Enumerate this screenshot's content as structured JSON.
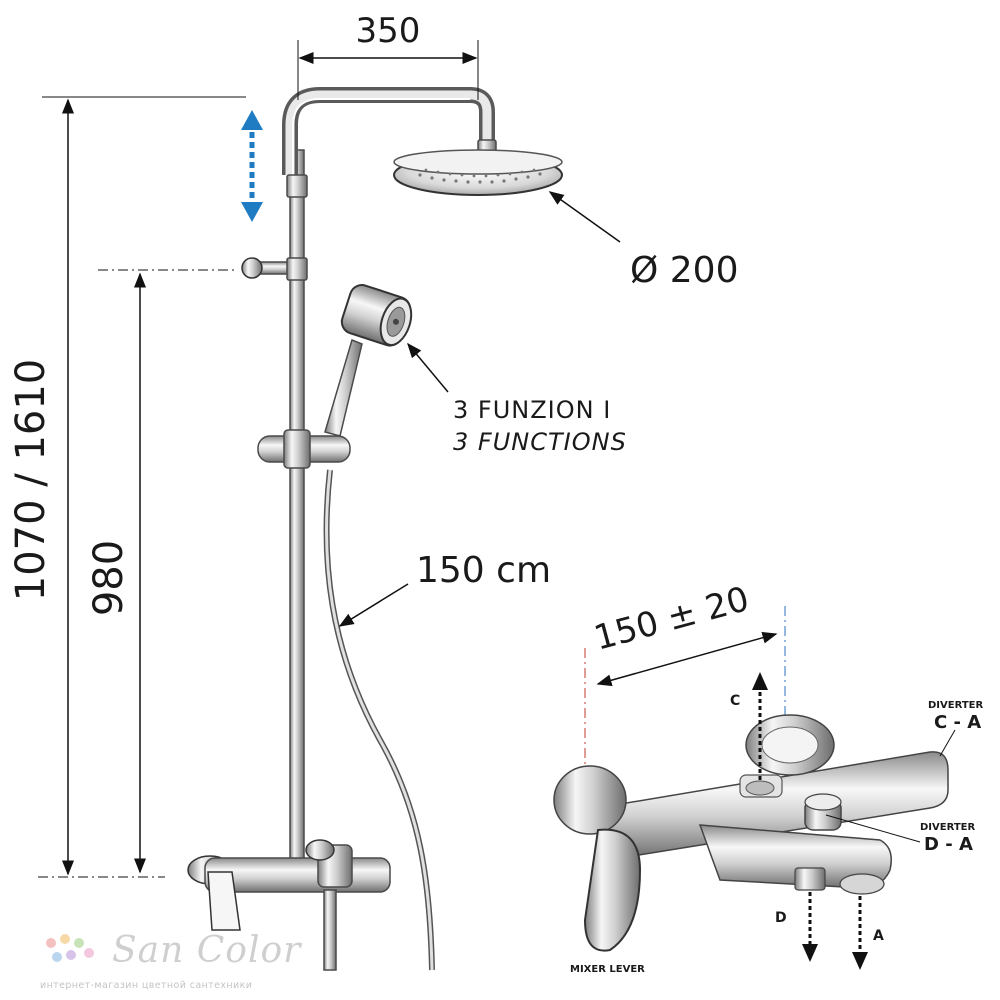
{
  "dimensions": {
    "arm_length": "350",
    "head_diameter": "Ø 200",
    "total_height": "1070 / 1610",
    "bar_height": "980",
    "hose_length": "150 cm",
    "mixer_spacing": "150 ± 20"
  },
  "hand_shower": {
    "label_it": "3 FUNZION I",
    "label_en": "3 FUNCTIONS"
  },
  "mixer": {
    "outlet_c": "C",
    "outlet_d": "D",
    "outlet_a": "A",
    "diverter_top_title": "DIVERTER",
    "diverter_top_route": "C - A",
    "diverter_side_title": "DIVERTER",
    "diverter_side_route": "D - A",
    "lever_label": "MIXER LEVER"
  },
  "watermark": {
    "brand": "San Color",
    "tagline": "интернет-магазин цветной сантехники",
    "dot_colors": [
      "#f4c1c1",
      "#f7d9a8",
      "#c9e3b8",
      "#b9d6ee",
      "#d7c3ea",
      "#f3c7de"
    ]
  },
  "colors": {
    "arrow_blue": "#1f7cc2",
    "chrome_light": "#f4f4f4",
    "chrome_dark": "#8a8a8a"
  },
  "icons": {
    "adjust_arrow": "double-arrow-vertical-dotted",
    "flow_arrow": "dotted-arrow"
  }
}
